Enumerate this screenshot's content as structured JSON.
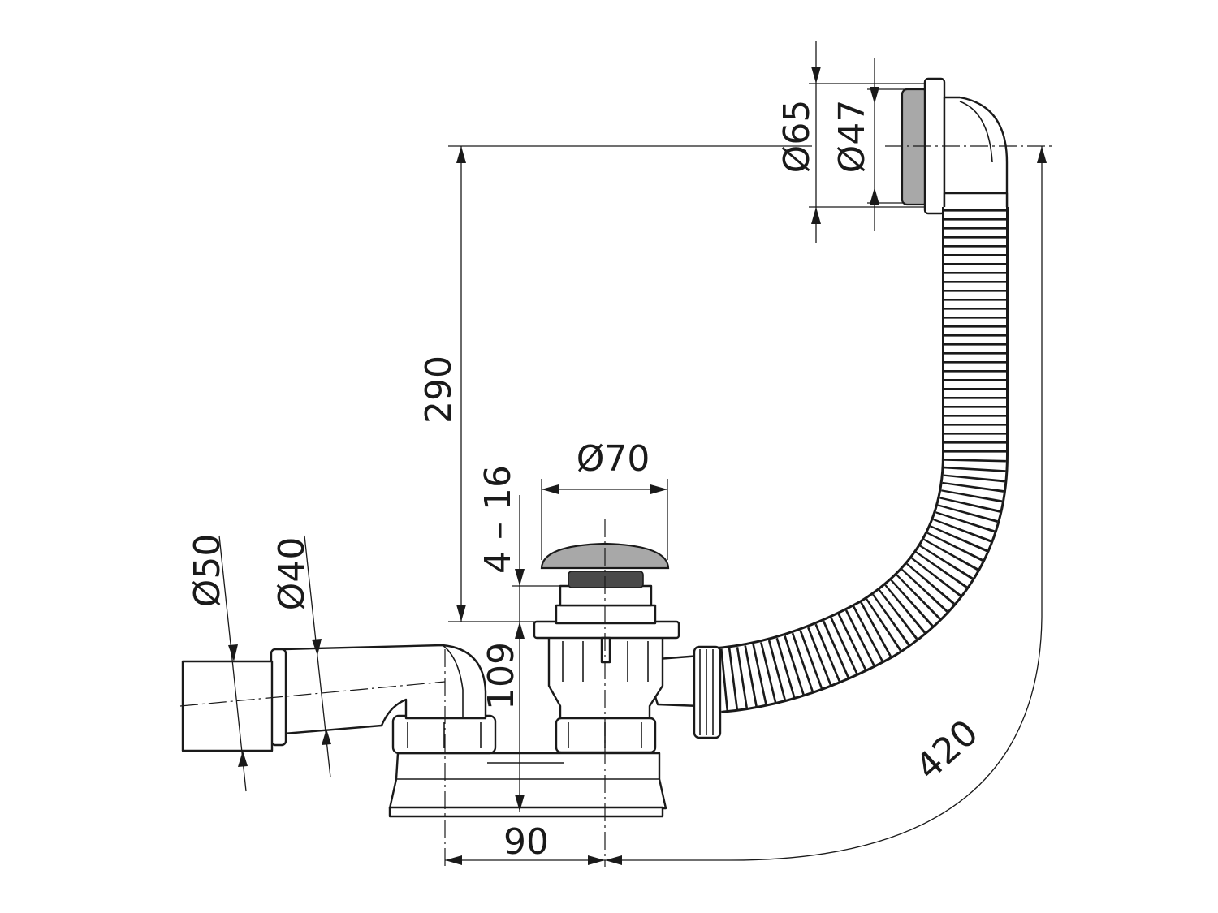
{
  "diagram": {
    "colors": {
      "line": "#1a1a1a",
      "metal": "#a8a8a8",
      "background": "#ffffff"
    },
    "dimensions": {
      "overflow_outer_diameter": "Ø65",
      "overflow_inner_diameter": "Ø47",
      "overflow_height": "290",
      "plug_diameter": "Ø70",
      "bath_wall_thickness": "4 – 16",
      "drain_height": "109",
      "outlet_outer_diameter": "Ø50",
      "outlet_inner_diameter": "Ø40",
      "outlet_offset": "90",
      "hose_length": "420"
    }
  }
}
